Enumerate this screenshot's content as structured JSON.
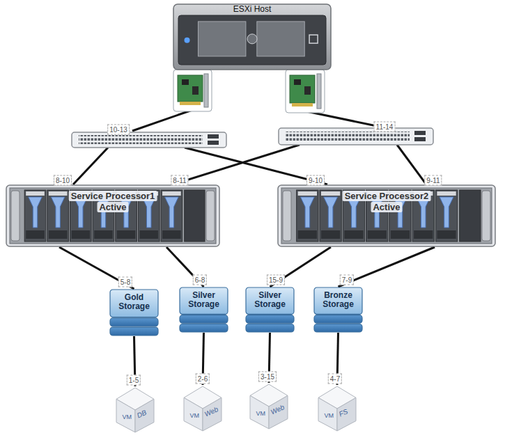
{
  "diagram": {
    "nodes": [
      {
        "text": [
          "ESXi Host"
        ]
      },
      {
        "text": [
          "Service Processor1",
          "Active"
        ]
      },
      {
        "text": [
          "Service Processor2",
          "Active"
        ]
      },
      {
        "text": [
          "Gold Storage"
        ]
      },
      {
        "text": [
          "Silver Storage"
        ]
      },
      {
        "text": [
          "Silver Storage"
        ]
      },
      {
        "text": [
          "Bronze Storage"
        ]
      },
      {
        "text": [
          "VM",
          "DB"
        ]
      },
      {
        "text": [
          "VM",
          "Web"
        ]
      },
      {
        "text": [
          "VM",
          "Web"
        ]
      },
      {
        "text": [
          "VM",
          "FS"
        ]
      }
    ],
    "edges": [
      {
        "from": 1,
        "to": 3,
        "arrow": "none"
      },
      {
        "from": 1,
        "to": 4,
        "arrow": "none"
      },
      {
        "from": 2,
        "to": 5,
        "arrow": "none"
      },
      {
        "from": 2,
        "to": 6,
        "arrow": "none"
      },
      {
        "from": 3,
        "to": 7,
        "arrow": "none"
      },
      {
        "from": 4,
        "to": 8,
        "arrow": "none"
      },
      {
        "from": 5,
        "to": 9,
        "arrow": "none"
      },
      {
        "from": 6,
        "to": 10,
        "arrow": "none"
      }
    ],
    "labels": [
      "10-13",
      "11-14",
      "8-10",
      "8-11",
      "9-10",
      "9-11",
      "5-8",
      "6-8",
      "15-9",
      "7-9",
      "1-5",
      "2-6",
      "3-15",
      "4-7"
    ]
  }
}
